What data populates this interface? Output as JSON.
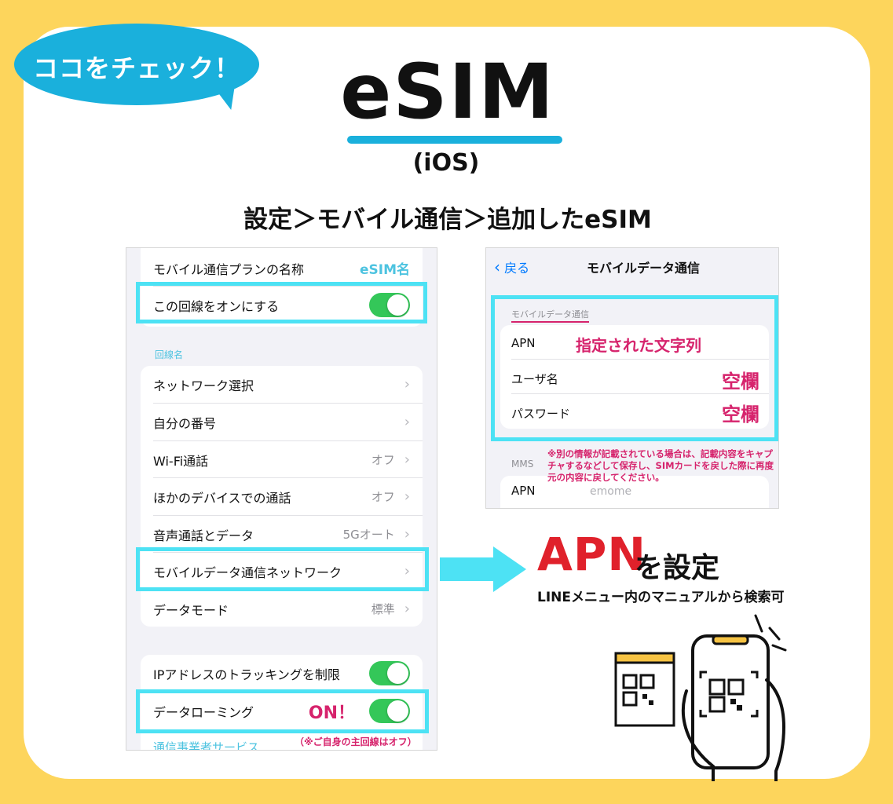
{
  "badge": "ココをチェック！",
  "title": "eSIM",
  "subtitle": "(iOS)",
  "path": "設定＞モバイル通信＞追加したeSIM",
  "left_screen": {
    "plan_name_label": "モバイル通信プランの名称",
    "plan_name_value": "eSIM名",
    "line_on_label": "この回線をオンにする",
    "section_header": "回線名",
    "rows": [
      {
        "label": "ネットワーク選択",
        "value": ""
      },
      {
        "label": "自分の番号",
        "value": ""
      },
      {
        "label": "Wi-Fi通話",
        "value": "オフ"
      },
      {
        "label": "ほかのデバイスでの通話",
        "value": "オフ"
      },
      {
        "label": "音声通話とデータ",
        "value": "5Gオート"
      },
      {
        "label": "モバイルデータ通信ネットワーク",
        "value": ""
      },
      {
        "label": "データモード",
        "value": "標準"
      }
    ],
    "ip_tracking_label": "IPアドレスのトラッキングを制限",
    "roaming_label": "データローミング",
    "roaming_callout": "ON！",
    "roaming_note": "（※ご自身の主回線はオフ）",
    "carrier_services": "通信事業者サービス",
    "chevron": "›"
  },
  "right_screen": {
    "back_label": "戻る",
    "nav_title": "モバイルデータ通信",
    "section_header": "モバイルデータ通信",
    "apn_label": "APN",
    "apn_value": "指定された文字列",
    "user_label": "ユーザ名",
    "user_value": "空欄",
    "pass_label": "パスワード",
    "pass_value": "空欄",
    "note": "※別の情報が記載されている場合は、記載内容をキャプチャするなどして保存し、SIMカードを戻した際に再度元の内容に戻してください。",
    "mms_header": "MMS",
    "mms_apn_label": "APN",
    "mms_apn_value": "emome"
  },
  "callout": {
    "apn": "APN",
    "apn_suffix": "を設定",
    "note": "LINEメニュー内のマニュアルから検索可"
  },
  "colors": {
    "background": "#fdd55c",
    "accent_blue": "#1ab0dc",
    "highlight_cyan": "#4de2f4",
    "pink": "#d6236c",
    "red": "#e0212b",
    "toggle_green": "#34c759"
  }
}
